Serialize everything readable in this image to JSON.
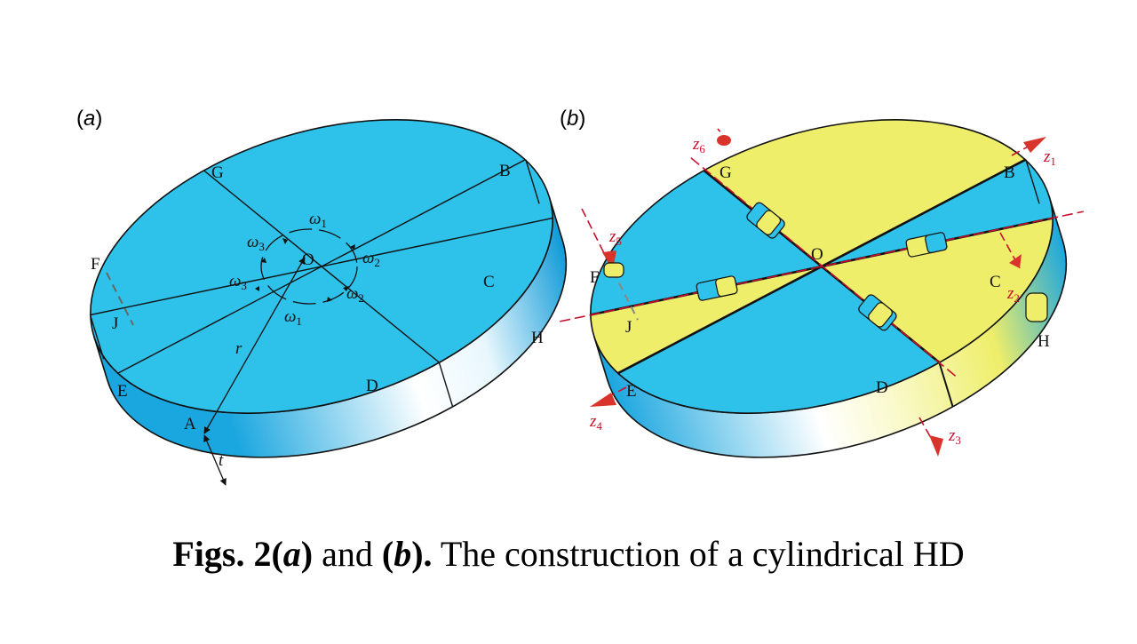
{
  "panels": {
    "a": {
      "label_open": "(",
      "label_letter": "a",
      "label_close": ")",
      "points": {
        "O": "O",
        "A": "A",
        "B": "B",
        "C": "C",
        "D": "D",
        "E": "E",
        "F": "F",
        "G": "G",
        "H": "H",
        "J": "J"
      },
      "radius_label": "r",
      "thickness_label": "t",
      "omega_symbol": "ω",
      "omega_subs": [
        "1",
        "2",
        "3",
        "1",
        "2",
        "3"
      ]
    },
    "b": {
      "label_open": "(",
      "label_letter": "b",
      "label_close": ")",
      "points": {
        "O": "O",
        "B": "B",
        "C": "C",
        "D": "D",
        "E": "E",
        "F": "F",
        "G": "G",
        "H": "H",
        "J": "J"
      },
      "z_symbol": "z",
      "z_subs": [
        "1",
        "2",
        "3",
        "4",
        "5",
        "6"
      ]
    }
  },
  "caption": {
    "prefix": "Figs. 2(",
    "a": "a",
    "mid1": ")",
    "and": " and ",
    "open_b": "(",
    "b": "b",
    "close": ").",
    "rest": " The construction of a cylindrical HD"
  },
  "colors": {
    "top_blue": "#2ec2ea",
    "side_blue": "#1aa6df",
    "yellow": "#eeee6a",
    "red_axis": "#c8102e",
    "outline": "#111111"
  }
}
